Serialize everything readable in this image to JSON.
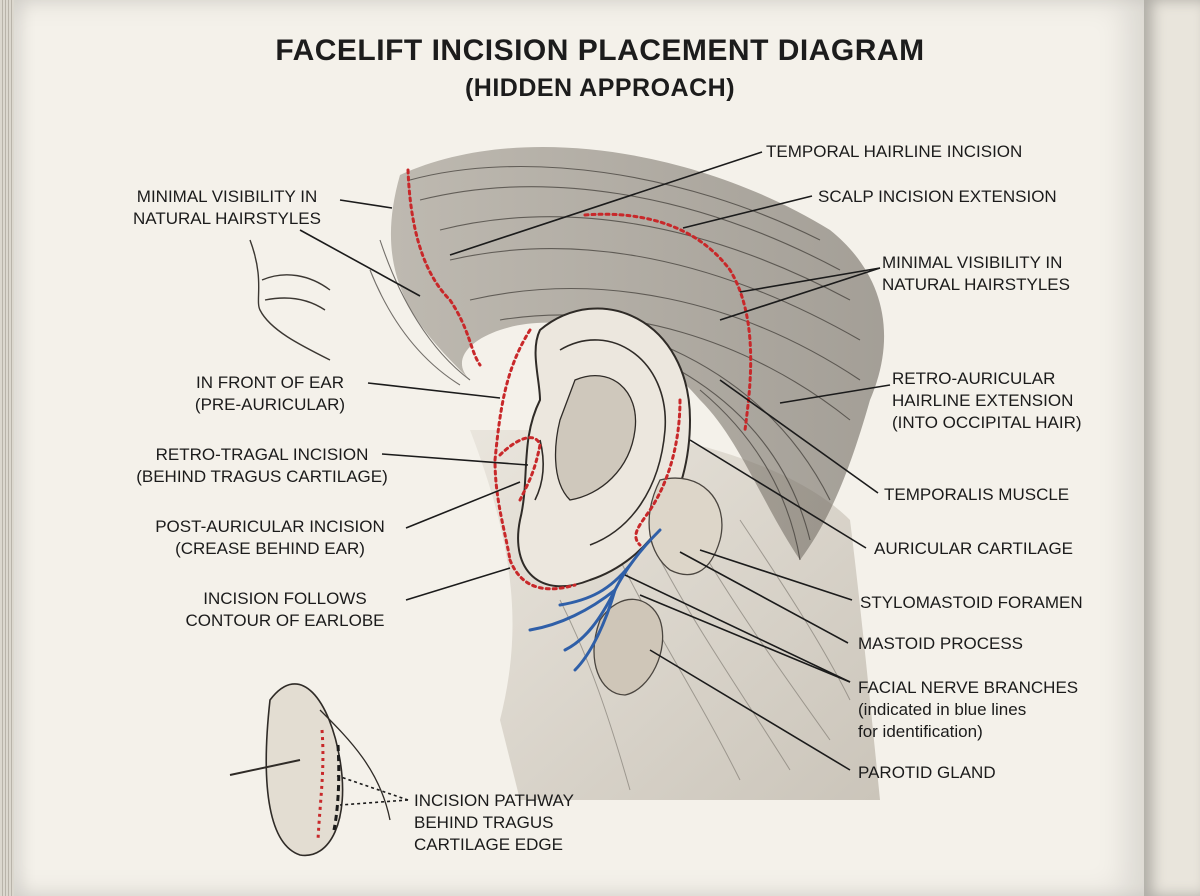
{
  "title": "FACELIFT INCISION PLACEMENT DIAGRAM",
  "subtitle": "(HIDDEN APPROACH)",
  "labels": {
    "temporal_hairline": "TEMPORAL HAIRLINE INCISION",
    "scalp_extension": "SCALP INCISION EXTENSION",
    "minimal_left": [
      "MINIMAL VISIBILITY IN",
      "NATURAL HAIRSTYLES"
    ],
    "minimal_right": [
      "MINIMAL VISIBILITY IN",
      "NATURAL HAIRSTYLES"
    ],
    "pre_auricular": [
      "IN FRONT OF EAR",
      "(PRE-AURICULAR)"
    ],
    "retro_auricular": [
      "RETRO-AURICULAR",
      "HAIRLINE EXTENSION",
      "(INTO OCCIPITAL HAIR)"
    ],
    "retro_tragal": [
      "RETRO-TRAGAL INCISION",
      "(BEHIND TRAGUS CARTILAGE)"
    ],
    "temporalis": "TEMPORALIS MUSCLE",
    "post_auricular": [
      "POST-AURICULAR INCISION",
      "(CREASE BEHIND EAR)"
    ],
    "auricular_cartilage": "AURICULAR CARTILAGE",
    "earlobe": [
      "INCISION FOLLOWS",
      "CONTOUR OF EARLOBE"
    ],
    "stylomastoid": "STYLOMASTOID FORAMEN",
    "mastoid": "MASTOID PROCESS",
    "facial_nerve": [
      "FACIAL NERVE BRANCHES",
      "(indicated in blue lines",
      "for identification)"
    ],
    "parotid": "PAROTID GLAND",
    "pathway": [
      "INCISION PATHWAY",
      "BEHIND TRAGUS",
      "CARTILAGE EDGE"
    ]
  },
  "colors": {
    "incision": "#c8282a",
    "nerve": "#2f5fa8",
    "ink": "#1b1b1b",
    "paper": "#f4f1ea"
  }
}
